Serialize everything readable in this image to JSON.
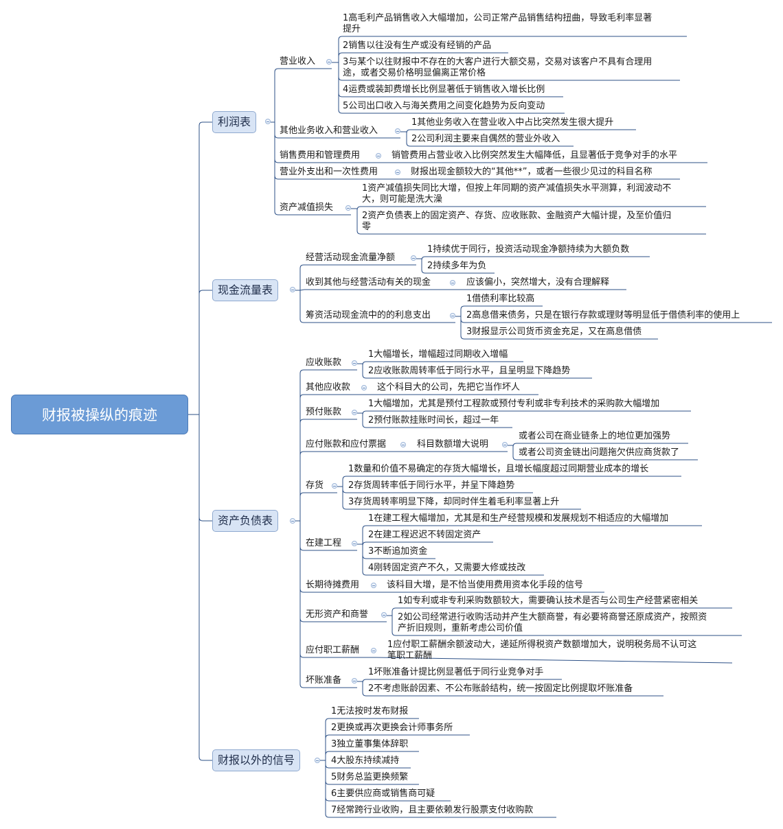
{
  "root": "财报被操纵的痕迹",
  "branches": {
    "income": {
      "label": "利润表",
      "revenue": {
        "label": "营业收入",
        "items": [
          [
            "1高毛利产品销售收入大幅增加，公司正常产品销售结构扭曲，导致毛利率显著",
            "提升"
          ],
          [
            "2销售以往没有生产或没有经销的产品"
          ],
          [
            "3与某个以往财报中不存在的大客户进行大额交易，交易对该客户不具有合理用",
            "途，或者交易价格明显偏离正常价格"
          ],
          [
            "4运费或装卸费增长比例显著低于销售收入增长比例"
          ],
          [
            "5公司出口收入与海关费用之间变化趋势为反向变动"
          ]
        ]
      },
      "other_revenue": {
        "label": "其他业务收入和营业收入",
        "items": [
          "1其他业务收入在营业收入中占比突然发生很大提升",
          "2公司利润主要来自偶然的营业外收入"
        ]
      },
      "selling": {
        "label": "销售费用和管理费用",
        "items": [
          "销管费用占营业收入比例突然发生大幅降低，且显著低于竞争对手的水平"
        ]
      },
      "nonop": {
        "label": "营业外支出和一次性费用",
        "items": [
          "财报出现金额较大的“其他**”，或者一些很少见过的科目名称"
        ]
      },
      "impair": {
        "label": "资产减值损失",
        "items": [
          [
            "1资产减值损失同比大增，但按上年同期的资产减值损失水平测算，利润波动不",
            "大，则可能是洗大澡"
          ],
          [
            "2资产负债表上的固定资产、存货、应收账款、金融资产大幅计提，及至价值归",
            "零"
          ]
        ]
      }
    },
    "cashflow": {
      "label": "现金流量表",
      "operating": {
        "label": "经营活动现金流量净额",
        "items": [
          "1持续优于同行，投资活动现金净额持续为大额负数",
          "2持续多年为负"
        ]
      },
      "other_op": {
        "label": "收到其他与经营活动有关的现金",
        "items": [
          "应该偏小，突然增大，没有合理解释"
        ]
      },
      "financing": {
        "label": "筹资活动现金流中的的利息支出",
        "items": [
          "1借债利率比较高",
          "2高息借来债务，只是在银行存款或理财等明显低于借债利率的使用上",
          "3财报显示公司货币资金充足，又在高息借债"
        ]
      }
    },
    "balance": {
      "label": "资产负债表",
      "receivable": {
        "label": "应收账款",
        "items": [
          "1大幅增长，增幅超过同期收入增幅",
          "2应收账款周转率低于同行水平，且呈明显下降趋势"
        ]
      },
      "other_recv": {
        "label": "其他应收款",
        "items": [
          "这个科目大的公司，先把它当作坏人"
        ]
      },
      "prepaid": {
        "label": "预付账款",
        "items": [
          "1大幅增加，尤其是预付工程款或预付专利或非专利技术的采购款大幅增加",
          "2预付账款挂账时间长，超过一年"
        ]
      },
      "payable": {
        "label": "应付账款和应付票据",
        "mid": "科目数额增大说明",
        "items": [
          "或者公司在商业链条上的地位更加强势",
          "或者公司资金链出问题拖欠供应商货款了"
        ]
      },
      "inventory": {
        "label": "存货",
        "items": [
          "1数量和价值不易确定的存货大幅增长，且增长幅度超过同期营业成本的增长",
          "2存货周转率低于同行水平，并呈下降趋势",
          "3存货周转率明显下降，却同时伴生着毛利率显著上升"
        ]
      },
      "construction": {
        "label": "在建工程",
        "items": [
          "1在建工程大幅增加，尤其是和生产经营规模和发展规划不相适应的大幅增加",
          "2在建工程迟迟不转固定资产",
          "3不断追加资金",
          "4刚转固定资产不久，又需要大修或技改"
        ]
      },
      "deferred": {
        "label": "长期待摊费用",
        "items": [
          "该科目大增，是不恰当使用费用资本化手段的信号"
        ]
      },
      "intangible": {
        "label": "无形资产和商誉",
        "items": [
          [
            "1如专利或非专利采购数额较大，需要确认技术是否与公司生产经营紧密相关"
          ],
          [
            "2如公司经常进行收购活动并产生大额商誉，有必要将商誉还原成资产，按照资",
            "产折旧规则，重新考虑公司价值"
          ]
        ]
      },
      "payroll": {
        "label": "应付职工薪酬",
        "items": [
          [
            "1应付职工薪酬余额波动大，递延所得税资产数额增加大，说明税务局不认可这",
            "笔职工薪酬"
          ]
        ]
      },
      "baddebt": {
        "label": "坏账准备",
        "items": [
          "1坏账准备计提比例显著低于同行业竞争对手",
          "2不考虑账龄因素、不公布账龄结构，统一按固定比例提取坏账准备"
        ]
      }
    },
    "signals": {
      "label": "财报以外的信号",
      "items": [
        "1无法按时发布财报",
        "2更换或再次更换会计师事务所",
        "3独立董事集体辞职",
        "4大股东持续减持",
        "5财务总监更换频繁",
        "6主要供应商或销售商可疑",
        "7经常跨行业收购，且主要依赖发行股票支付收购款"
      ]
    }
  },
  "colors": {
    "line": "#2b4f86",
    "root_fill": "#6b9bd6",
    "main_fill": "#d8e4f5",
    "underline": "#2b4f86"
  }
}
